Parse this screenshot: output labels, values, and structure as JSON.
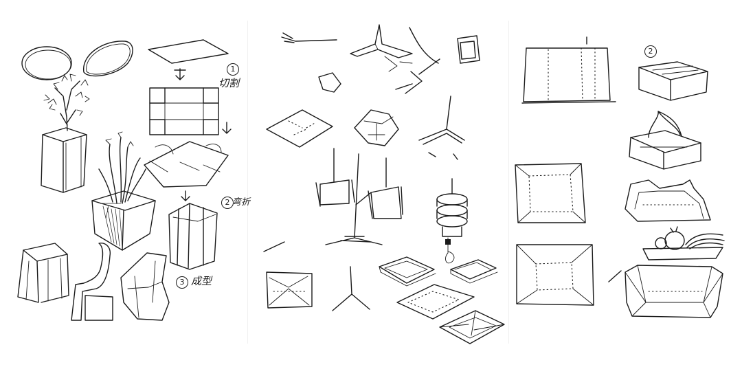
{
  "annotations": {
    "step1": {
      "number": "1",
      "text": "切割"
    },
    "step2": {
      "number": "2",
      "text": "弯折"
    },
    "step3": {
      "number": "3",
      "text": "成型"
    },
    "step2_right": {
      "number": "2"
    }
  },
  "colors": {
    "ink": "#1a1a1a",
    "paper": "#ffffff"
  }
}
